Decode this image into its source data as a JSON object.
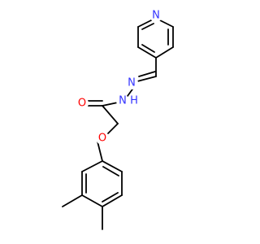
{
  "molecule": {
    "atom_labels": {
      "pyridine_n": "N",
      "imine_n": "N",
      "amide_n": "N",
      "amide_h": "H",
      "carbonyl_o": "O",
      "ether_o": "O"
    },
    "colors": {
      "bond": "#000000",
      "nitrogen": "#3333ff",
      "oxygen": "#ff0000"
    }
  }
}
